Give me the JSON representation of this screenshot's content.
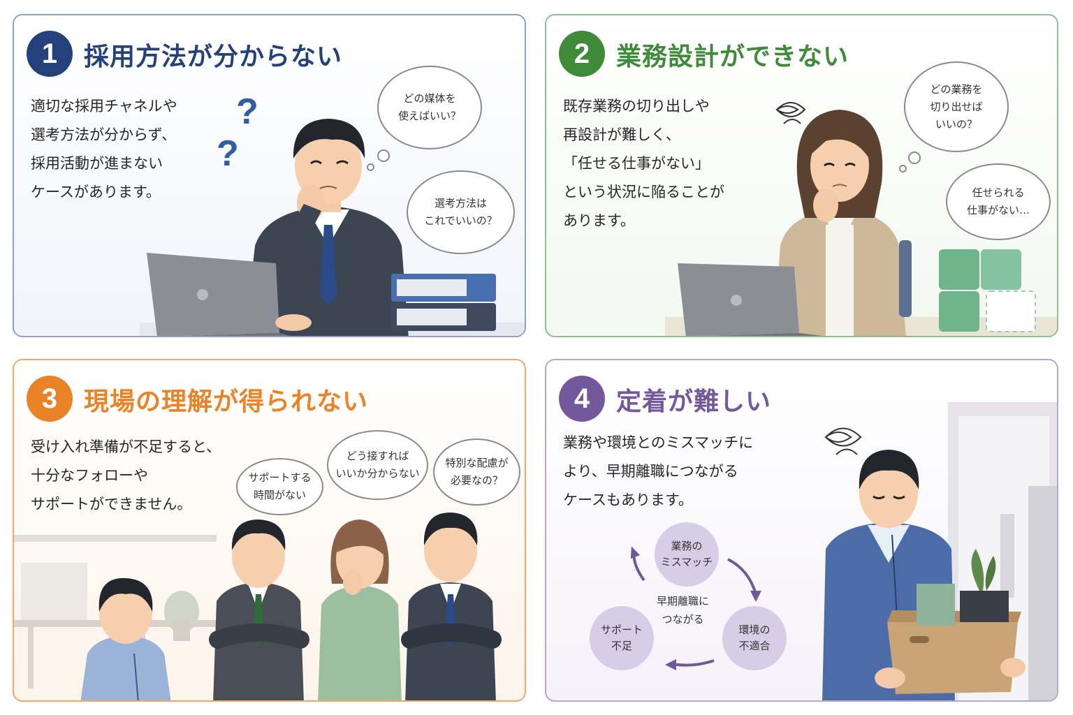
{
  "panels": [
    {
      "number": "1",
      "title": "採用方法が分からない",
      "lines": [
        "適切な採用チャネルや",
        "選考方法が分からず、",
        "採用活動が進まない",
        "ケースがあります。"
      ],
      "bubbles": [
        {
          "lines": [
            "どの媒体を",
            "使えばいい？"
          ]
        },
        {
          "lines": [
            "選考方法は",
            "これでいいの？"
          ]
        }
      ],
      "marks": [
        "?",
        "?"
      ]
    },
    {
      "number": "2",
      "title": "業務設計ができない",
      "lines": [
        "既存業務の切り出しや",
        "再設計が難しく、",
        "「任せる仕事がない」",
        "という状況に陥ることが",
        "あります。"
      ],
      "bubbles": [
        {
          "lines": [
            "どの業務を",
            "切り出せば",
            "いいの？"
          ]
        },
        {
          "lines": [
            "任せられる",
            "仕事がない…"
          ]
        }
      ]
    },
    {
      "number": "3",
      "title": "現場の理解が得られない",
      "lines": [
        "受け入れ準備が不足すると、",
        "十分なフォローや",
        "サポートができません。"
      ],
      "bubbles": [
        {
          "lines": [
            "サポートする",
            "時間がない"
          ]
        },
        {
          "lines": [
            "どう接すれば",
            "いいか分からない"
          ]
        },
        {
          "lines": [
            "特別な配慮が",
            "必要なの？"
          ]
        }
      ]
    },
    {
      "number": "4",
      "title": "定着が難しい",
      "lines": [
        "業務や環境とのミスマッチに",
        "より、早期離職につながる",
        "ケースもあります。"
      ],
      "cycle": {
        "nodes": [
          {
            "lines": [
              "業務の",
              "ミスマッチ"
            ]
          },
          {
            "lines": [
              "環境の",
              "不適合"
            ]
          },
          {
            "lines": [
              "サポート",
              "不足"
            ]
          }
        ],
        "center": [
          "早期離職に",
          "つながる"
        ]
      }
    }
  ],
  "colors": {
    "panel1": "#25417a",
    "panel2": "#3f8b3a",
    "panel3": "#e98328",
    "panel4": "#73589c"
  }
}
